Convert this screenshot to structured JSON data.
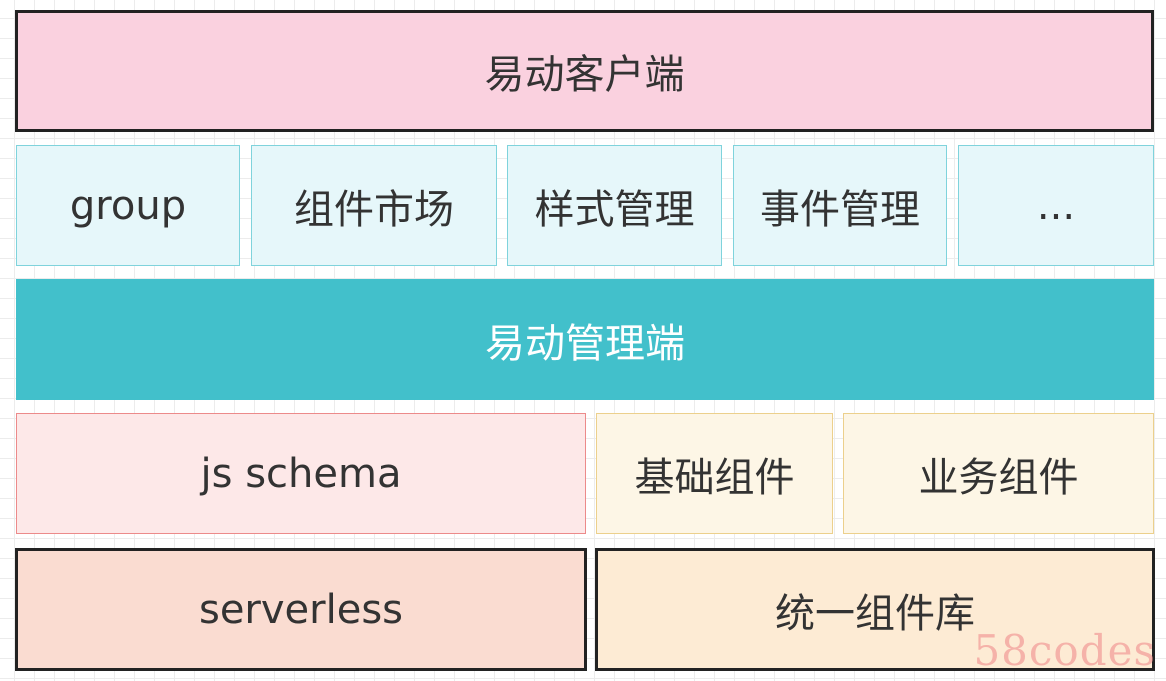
{
  "layers": {
    "client": "易动客户端",
    "features": [
      "group",
      "组件市场",
      "样式管理",
      "事件管理",
      "..."
    ],
    "admin": "易动管理端",
    "schema": "js schema",
    "basic_components": "基础组件",
    "business_components": "业务组件",
    "serverless": "serverless",
    "component_library": "统一组件库"
  },
  "watermark": "58codes",
  "colors": {
    "client_fill": "#fad1df",
    "feature_fill": "#e6f7fa",
    "admin_fill": "#42c0cb",
    "schema_fill": "#fde8e8",
    "components_fill": "#fdf6e6",
    "serverless_fill": "#fadcd1",
    "library_fill": "#fdebd4"
  }
}
